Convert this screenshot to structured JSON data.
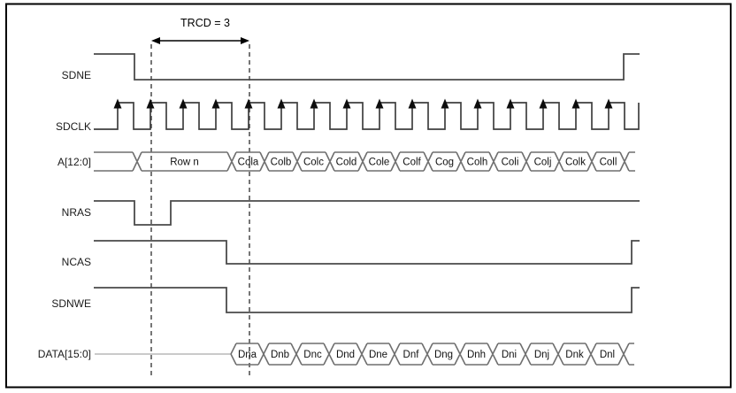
{
  "annotation": {
    "label": "TRCD = 3"
  },
  "signals": [
    {
      "name": "SDNE"
    },
    {
      "name": "SDCLK"
    },
    {
      "name": "A[12:0]"
    },
    {
      "name": "NRAS"
    },
    {
      "name": "NCAS"
    },
    {
      "name": "SDNWE"
    },
    {
      "name": "DATA[15:0]"
    }
  ],
  "a_bus": {
    "segments": [
      "Row n",
      "Cola",
      "Colb",
      "Colc",
      "Cold",
      "Cole",
      "Colf",
      "Cog",
      "Colh",
      "Coli",
      "Colj",
      "Colk",
      "Coll"
    ]
  },
  "data_bus": {
    "segments": [
      "Dna",
      "Dnb",
      "Dnc",
      "Dnd",
      "Dne",
      "Dnf",
      "Dng",
      "Dnh",
      "Dni",
      "Dnj",
      "Dnk",
      "Dnl"
    ]
  },
  "colors": {
    "background": "#ffffff",
    "border": "#000000",
    "signal_line": "#4a4a4a",
    "bus_line": "#6f6f6f",
    "leader_line": "#ababab",
    "marker_line": "#1c1c1c",
    "text": "#1a1a1a"
  }
}
